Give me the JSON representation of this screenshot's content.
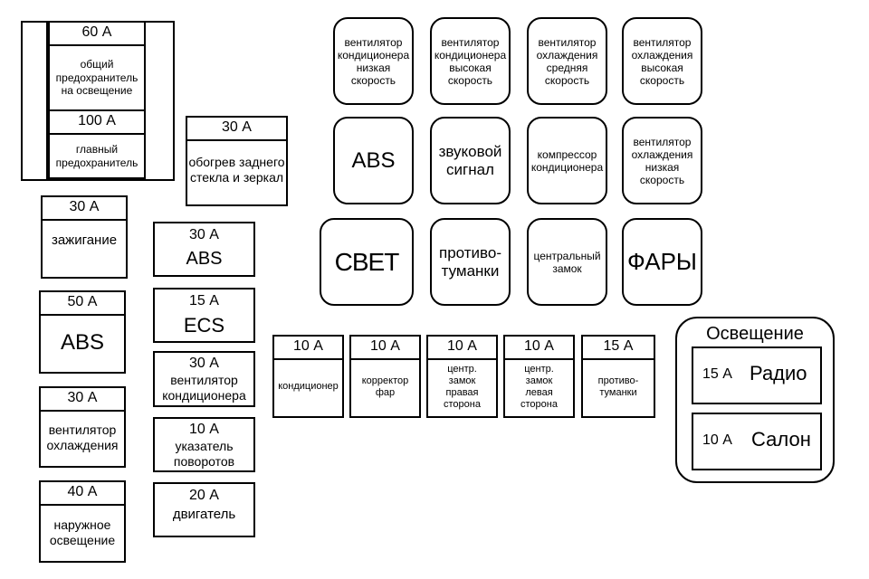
{
  "main_fuses": {
    "lighting_amp": "60 А",
    "lighting_label": "общий\nпредохранитель\nна освещение",
    "main_amp": "100 А",
    "main_label": "главный\nпредохранитель"
  },
  "left_column": [
    {
      "amp": "30 А",
      "label": "зажигание"
    },
    {
      "amp": "50 А",
      "label": "ABS"
    },
    {
      "amp": "30 А",
      "label": "вентилятор\nохлаждения"
    },
    {
      "amp": "40 А",
      "label": "наружное\nосвещение"
    }
  ],
  "mid_column": [
    {
      "amp": "30 А",
      "label": "ABS"
    },
    {
      "amp": "15 А",
      "label": "ECS"
    },
    {
      "amp": "30 А",
      "label": "вентилятор\nкондиционера"
    },
    {
      "amp": "10 А",
      "label": "указатель\nповоротов"
    },
    {
      "amp": "20 А",
      "label": "двигатель"
    }
  ],
  "rear_heater": {
    "amp": "30 А",
    "label": "обогрев заднего\nстекла и зеркал"
  },
  "relays": [
    [
      "вентилятор\nкондиционера\nнизкая\nскорость",
      "вентилятор\nкондиционера\nвысокая\nскорость",
      "вентилятор\nохлаждения\nсредняя\nскорость",
      "вентилятор\nохлаждения\nвысокая\nскорость"
    ],
    [
      "ABS",
      "звуковой\nсигнал",
      "компрессор\nкондиционера",
      "вентилятор\nохлаждения\nнизкая\nскорость"
    ],
    [
      "СВЕТ",
      "противо-\nтуманки",
      "центральный\nзамок",
      "ФАРЫ"
    ]
  ],
  "small_fuses": [
    {
      "amp": "10 А",
      "label": "кондиционер"
    },
    {
      "amp": "10 А",
      "label": "корректор\nфар"
    },
    {
      "amp": "10 А",
      "label": "центр.\nзамок\nправая\nсторона"
    },
    {
      "amp": "10 А",
      "label": "центр.\nзамок\nлевая\nсторона"
    },
    {
      "amp": "15 А",
      "label": "противо-\nтуманки"
    }
  ],
  "lighting_panel": {
    "title": "Освещение",
    "items": [
      {
        "amp": "15 А",
        "label": "Радио"
      },
      {
        "amp": "10 А",
        "label": "Салон"
      }
    ]
  }
}
